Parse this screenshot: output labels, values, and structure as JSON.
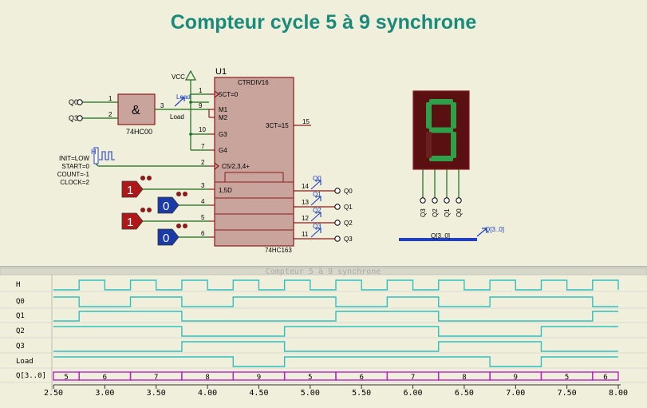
{
  "title": "Compteur cycle 5 à 9 synchrone",
  "colors": {
    "background": "#efefdc",
    "title": "#1a8a7a",
    "chip_body": "#c8a49c",
    "chip_border": "#8b1a1a",
    "wire": "#1a6b1a",
    "logic_high": "#b01818",
    "logic_low": "#1a3aa8",
    "bus": "#2040c0",
    "segment_on": "#2ea04a",
    "trace": "#30c0c0",
    "bus_trace": "#c020c0"
  },
  "schematic": {
    "u1_ref": "U1",
    "u1_type": "CTRDIV16",
    "u1_part": "74HC163",
    "nand_symbol": "&",
    "nand_part": "74HC00",
    "vcc": "VCC",
    "load_label": "Load",
    "load_wire_label": "Load",
    "inputs": {
      "q0": "Q0",
      "q3": "Q3"
    },
    "nand_pins": {
      "in1": "1",
      "in2": "2",
      "out": "3"
    },
    "clock_props": [
      "INIT=LOW",
      "START=0",
      "COUNT=-1",
      "CLOCK=2"
    ],
    "clock_symbol": "H",
    "pin_labels": [
      "5CT=0",
      "M1",
      "M2",
      "G3",
      "G4",
      "C5/2,3,4+",
      "3CT=15",
      "1,5D"
    ],
    "pin_numbers": [
      "1",
      "9",
      "10",
      "7",
      "2",
      "15",
      "3",
      "4",
      "5",
      "6",
      "14",
      "13",
      "12",
      "11"
    ],
    "logic_states": [
      "1",
      "0",
      "1",
      "0"
    ],
    "outputs": [
      "Q0",
      "Q1",
      "Q2",
      "Q3"
    ],
    "probes": [
      "Q0",
      "Q1",
      "Q2",
      "Q3"
    ]
  },
  "display": {
    "digit": "9",
    "pins": [
      "Q3",
      "Q2",
      "Q1",
      "Q0"
    ],
    "bus_label": "Q[3..0]",
    "bus_probe": "Q[3..0]"
  },
  "timing": {
    "title": "Compteur 5 à 9 synchrone",
    "signals": [
      "H",
      "Q0",
      "Q1",
      "Q2",
      "Q3",
      "Load",
      "Q[3..0]"
    ],
    "bus_values": [
      "5",
      "6",
      "7",
      "8",
      "9",
      "5",
      "6",
      "7",
      "8",
      "9",
      "5",
      "6"
    ],
    "time_ticks": [
      "2.50",
      "3.00",
      "3.50",
      "4.00",
      "4.50",
      "5.00",
      "5.50",
      "6.00",
      "6.50",
      "7.00",
      "7.50",
      "8.00"
    ],
    "t_start": 2.5,
    "t_end": 8.0,
    "clock_period": 0.5,
    "clock_first_rise": 2.75,
    "counter_start_value": 5,
    "counter_first_change": 2.75
  }
}
